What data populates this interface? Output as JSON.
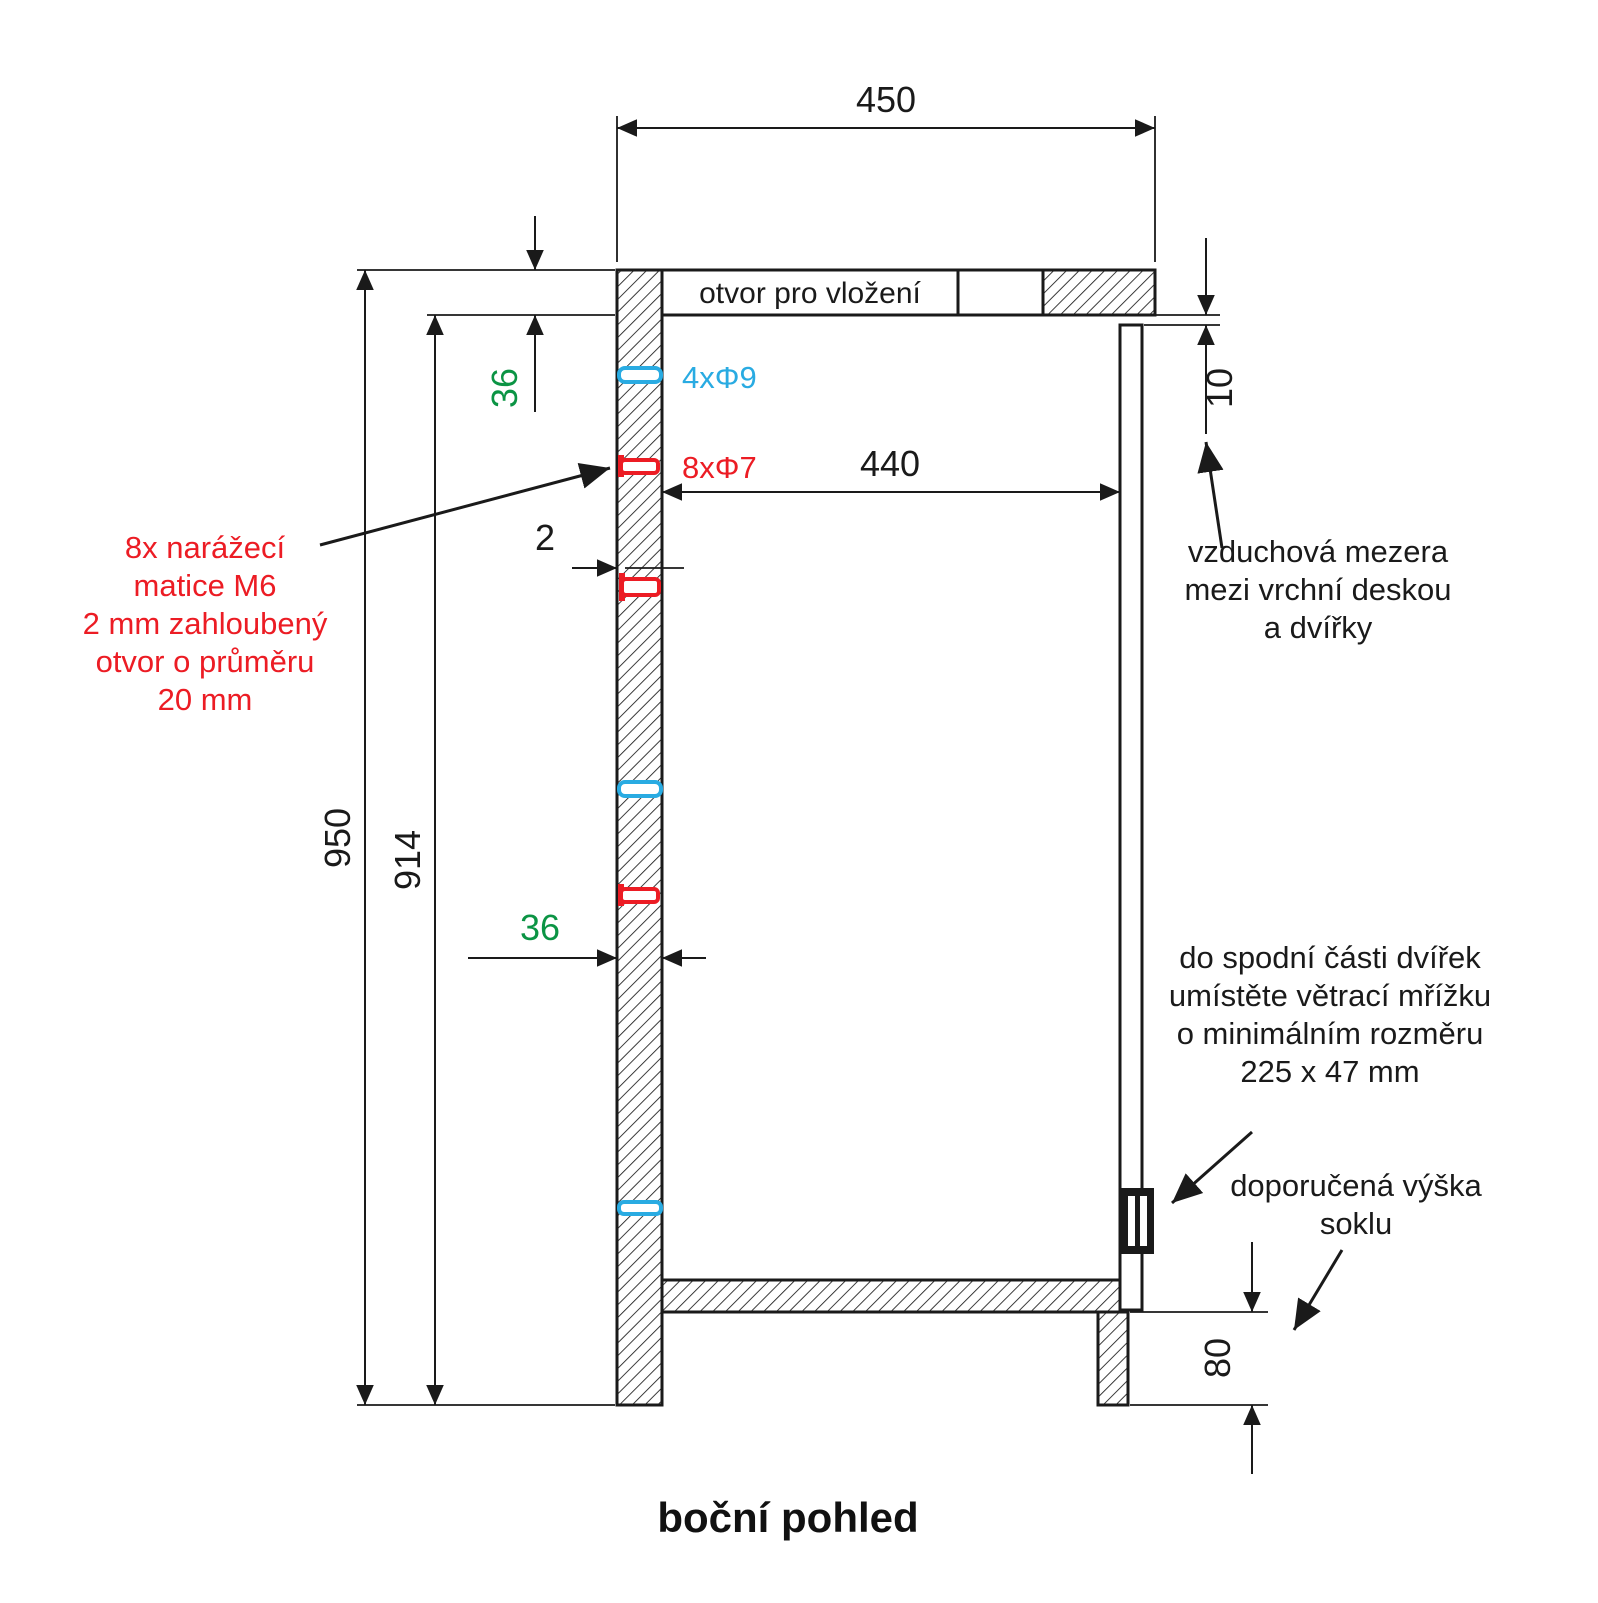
{
  "title": "boční pohled",
  "colors": {
    "red": "#ec1c24",
    "blue": "#29abe2",
    "green": "#0b9444",
    "ink": "#1a1a1a"
  },
  "top_panel": {
    "opening_label": "otvor pro vložení"
  },
  "dims": {
    "width_outer": "450",
    "width_inner": "440",
    "height_outer": "950",
    "height_inner": "914",
    "top_thickness": "36",
    "wall_thickness": "36",
    "counterbore_depth": "2",
    "air_gap": "10",
    "plinth_height": "80"
  },
  "hole_labels": {
    "blue": "4xΦ9",
    "red": "8xΦ7"
  },
  "notes": {
    "nut": {
      "lines": [
        "8x narážecí",
        "matice M6",
        "2 mm zahloubený",
        "otvor o průměru",
        "20 mm"
      ]
    },
    "air_gap": {
      "lines": [
        "vzduchová mezera",
        "mezi vrchní deskou",
        "a dvířky"
      ]
    },
    "vent": {
      "lines": [
        "do spodní části dvířek",
        "umístěte větrací mřížku",
        "o minimálním rozměru",
        "225 x 47 mm"
      ]
    },
    "plinth": {
      "lines": [
        "doporučená výška",
        "soklu"
      ]
    }
  }
}
